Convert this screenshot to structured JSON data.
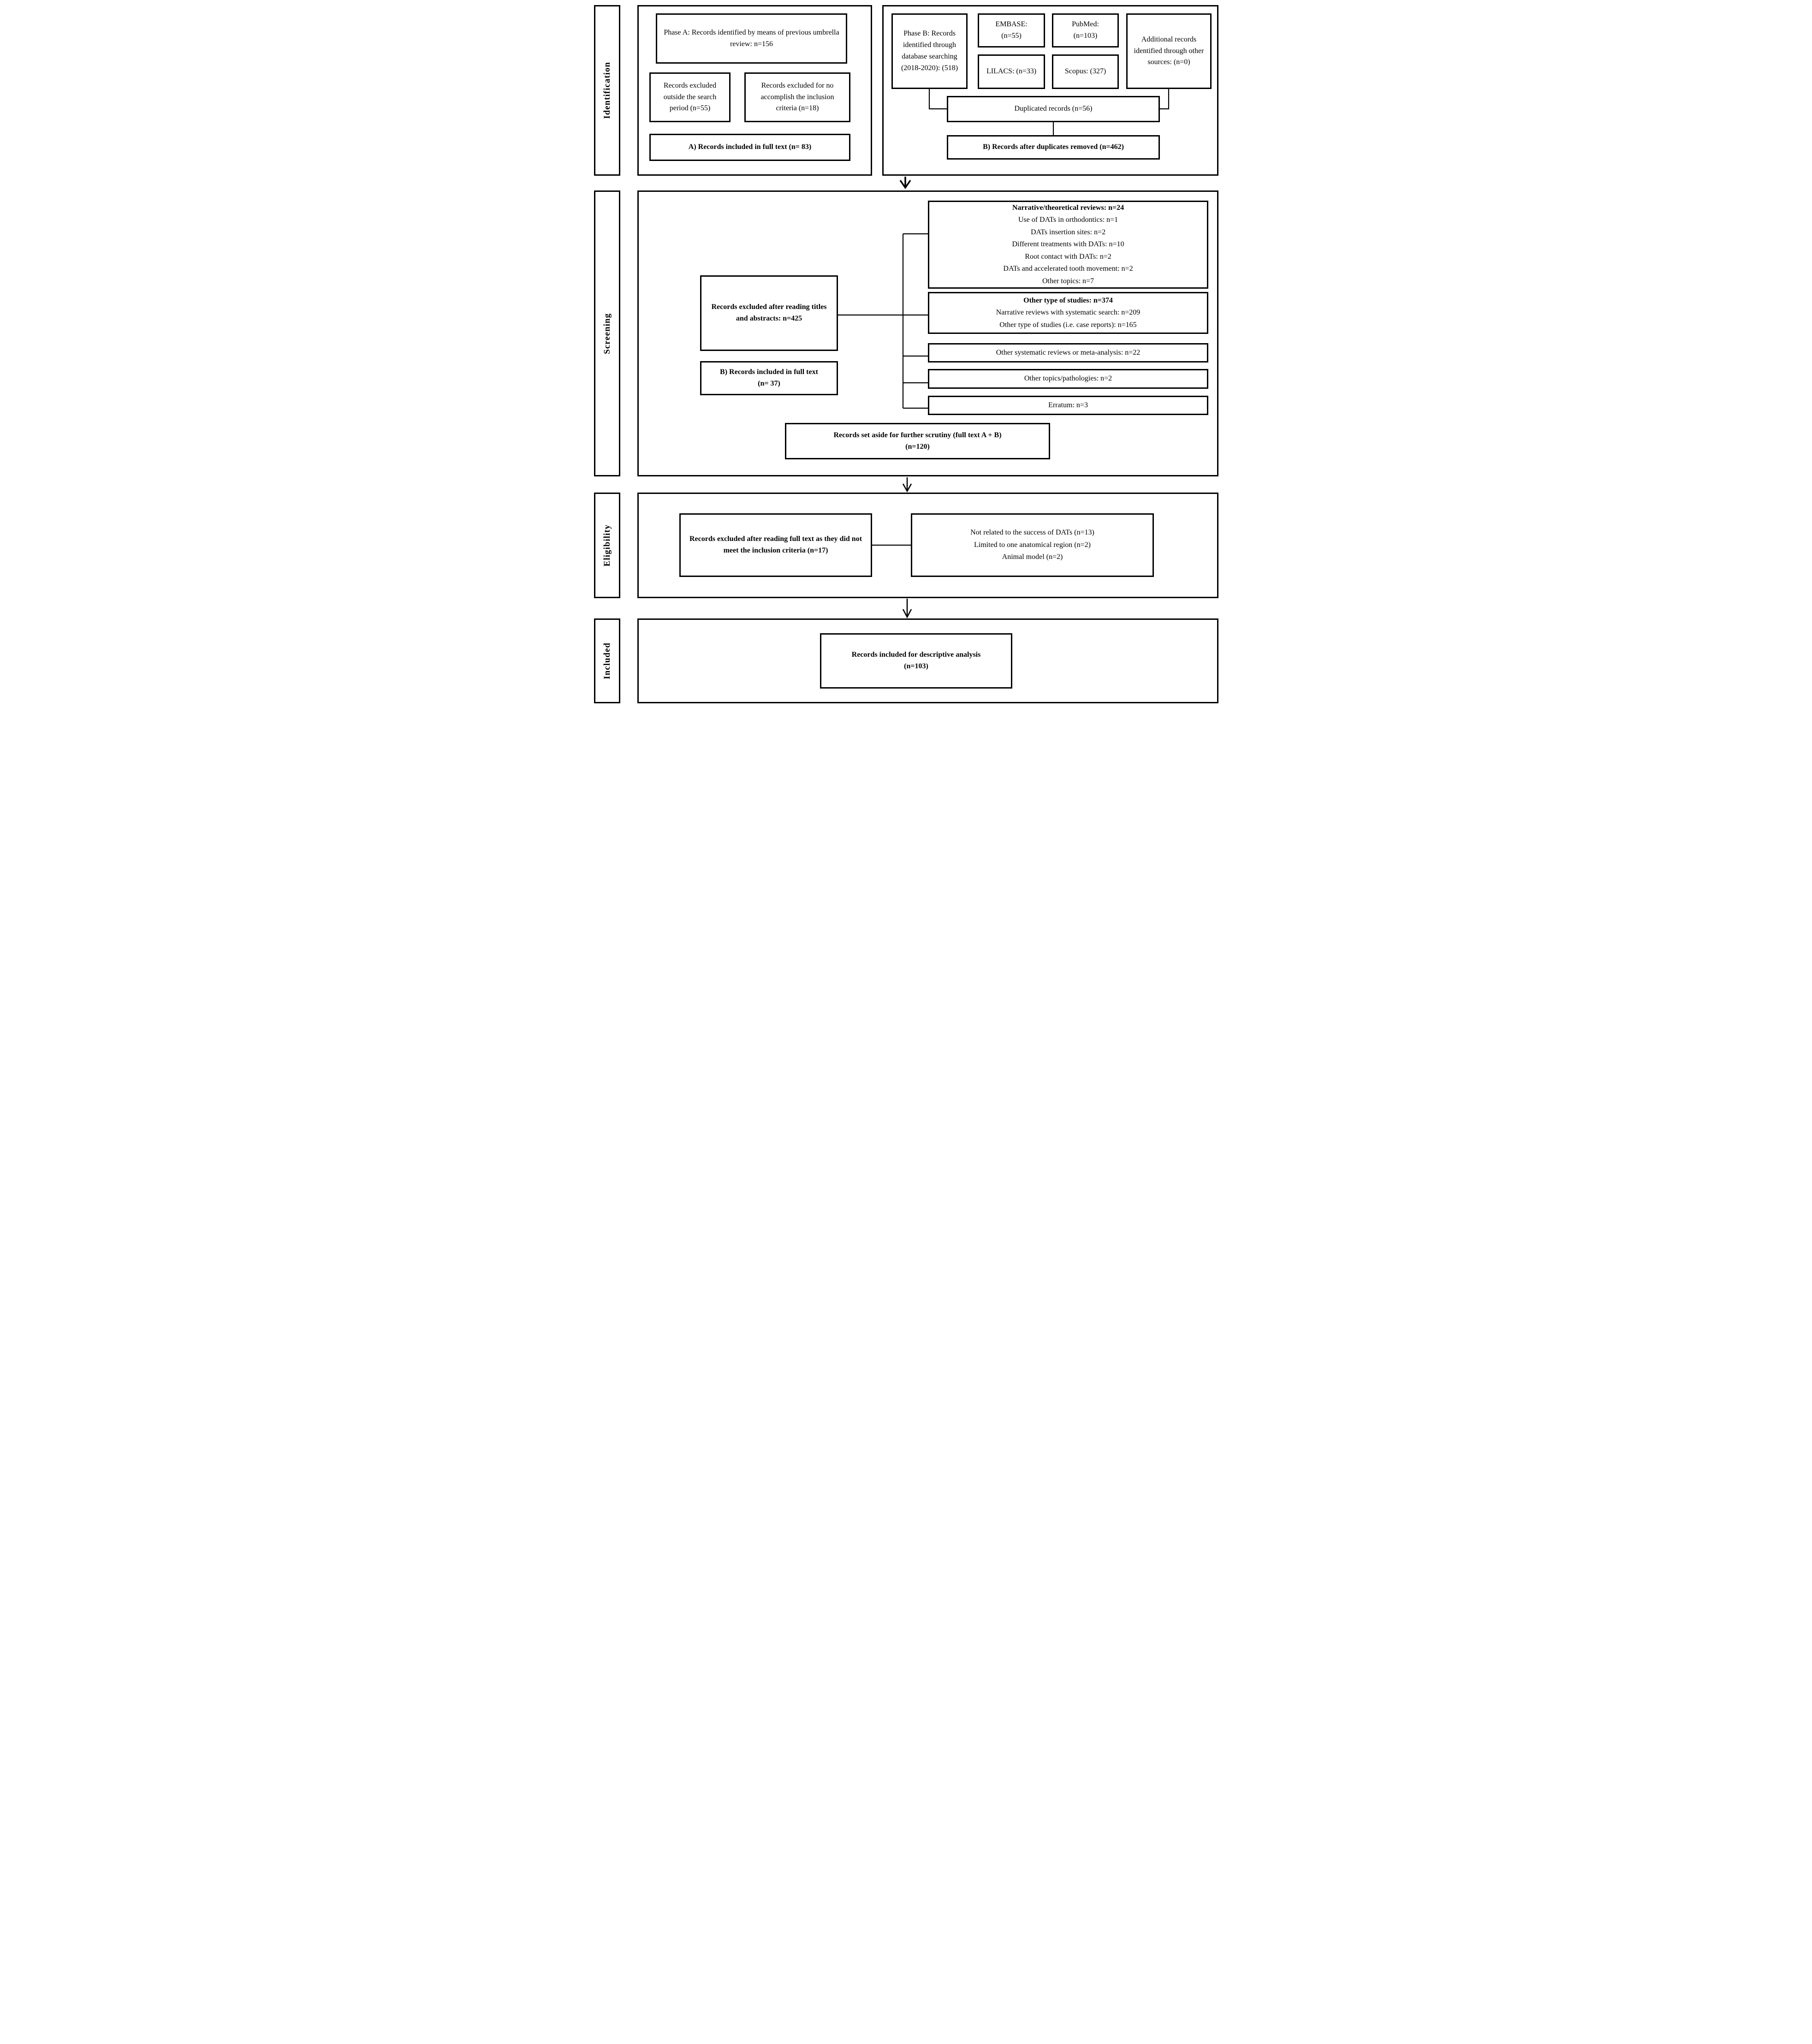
{
  "colors": {
    "ink": "#000000",
    "paper": "#ffffff"
  },
  "side_labels": {
    "identification": "Identification",
    "screening": "Screening",
    "eligibility": "Eligibility",
    "included": "Included"
  },
  "identification": {
    "phase_a": "Phase A: Records identified by means of previous umbrella review: n=156",
    "excluded_outside": "Records excluded outside the search period (n=55)",
    "excluded_criteria": "Records excluded for no accomplish the inclusion criteria (n=18)",
    "a_full_text": "A) Records included in full text (n= 83)",
    "phase_b": "Phase B: Records identified through database searching (2018-2020): (518)",
    "embase": {
      "lines": [
        "EMBASE:",
        "(n=55)"
      ]
    },
    "pubmed": {
      "lines": [
        "PubMed:",
        "(n=103)"
      ]
    },
    "lilacs": "LILACS: (n=33)",
    "scopus": "Scopus: (327)",
    "additional": "Additional records identified through other sources: (n=0)",
    "duplicated": "Duplicated records (n=56)",
    "after_duplicates": "B) Records after duplicates removed (n=462)"
  },
  "screening": {
    "excluded_titles": "Records excluded after reading titles and abstracts: n=425",
    "b_full_text": {
      "line1": "B) Records included in full text",
      "line2": "(n= 37)"
    },
    "right_boxes": [
      {
        "title": "Narrative/theoretical reviews: n=24",
        "lines": [
          "Use of DATs in orthodontics: n=1",
          "DATs insertion sites: n=2",
          "Different treatments with DATs: n=10",
          "Root contact with DATs: n=2",
          "DATs and accelerated tooth movement: n=2",
          "Other topics: n=7"
        ]
      },
      {
        "title": "Other type of studies: n=374",
        "lines": [
          "Narrative reviews with systematic search: n=209",
          "Other type of studies (i.e. case reports): n=165"
        ]
      },
      {
        "text": "Other systematic reviews or meta-analysis: n=22"
      },
      {
        "text": "Other topics/pathologies: n=2"
      },
      {
        "text": "Erratum: n=3"
      }
    ],
    "set_aside": {
      "line1": "Records set aside for further scrutiny (full text A + B)",
      "line2": "(n=120)"
    }
  },
  "eligibility": {
    "excluded_full_text": "Records excluded after reading full text as they did not meet the inclusion criteria (n=17)",
    "reasons": [
      "Not related to the success of DATs (n=13)",
      "Limited to one anatomical region (n=2)",
      "Animal model (n=2)"
    ]
  },
  "included": {
    "descriptive": {
      "line1": "Records included for descriptive analysis",
      "line2": "(n=103)"
    }
  }
}
